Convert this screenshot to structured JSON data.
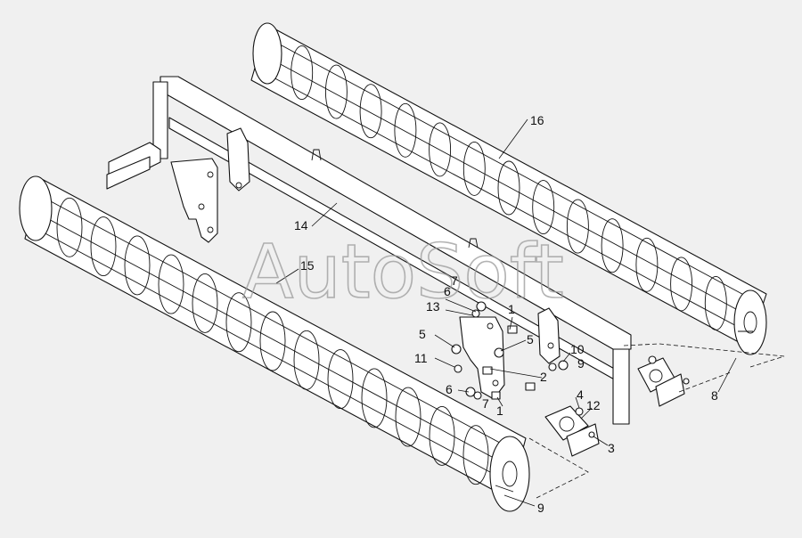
{
  "watermark": "AutoSoft",
  "callouts": {
    "c1": "1",
    "c1b": "1",
    "c2": "2",
    "c3": "3",
    "c4": "4",
    "c5": "5",
    "c5b": "5",
    "c6": "6",
    "c6b": "6",
    "c7": "7",
    "c7b": "7",
    "c8": "8",
    "c9": "9",
    "c9b": "9",
    "c10": "10",
    "c11": "11",
    "c12": "12",
    "c13": "13",
    "c14": "14",
    "c15": "15",
    "c16": "16"
  }
}
